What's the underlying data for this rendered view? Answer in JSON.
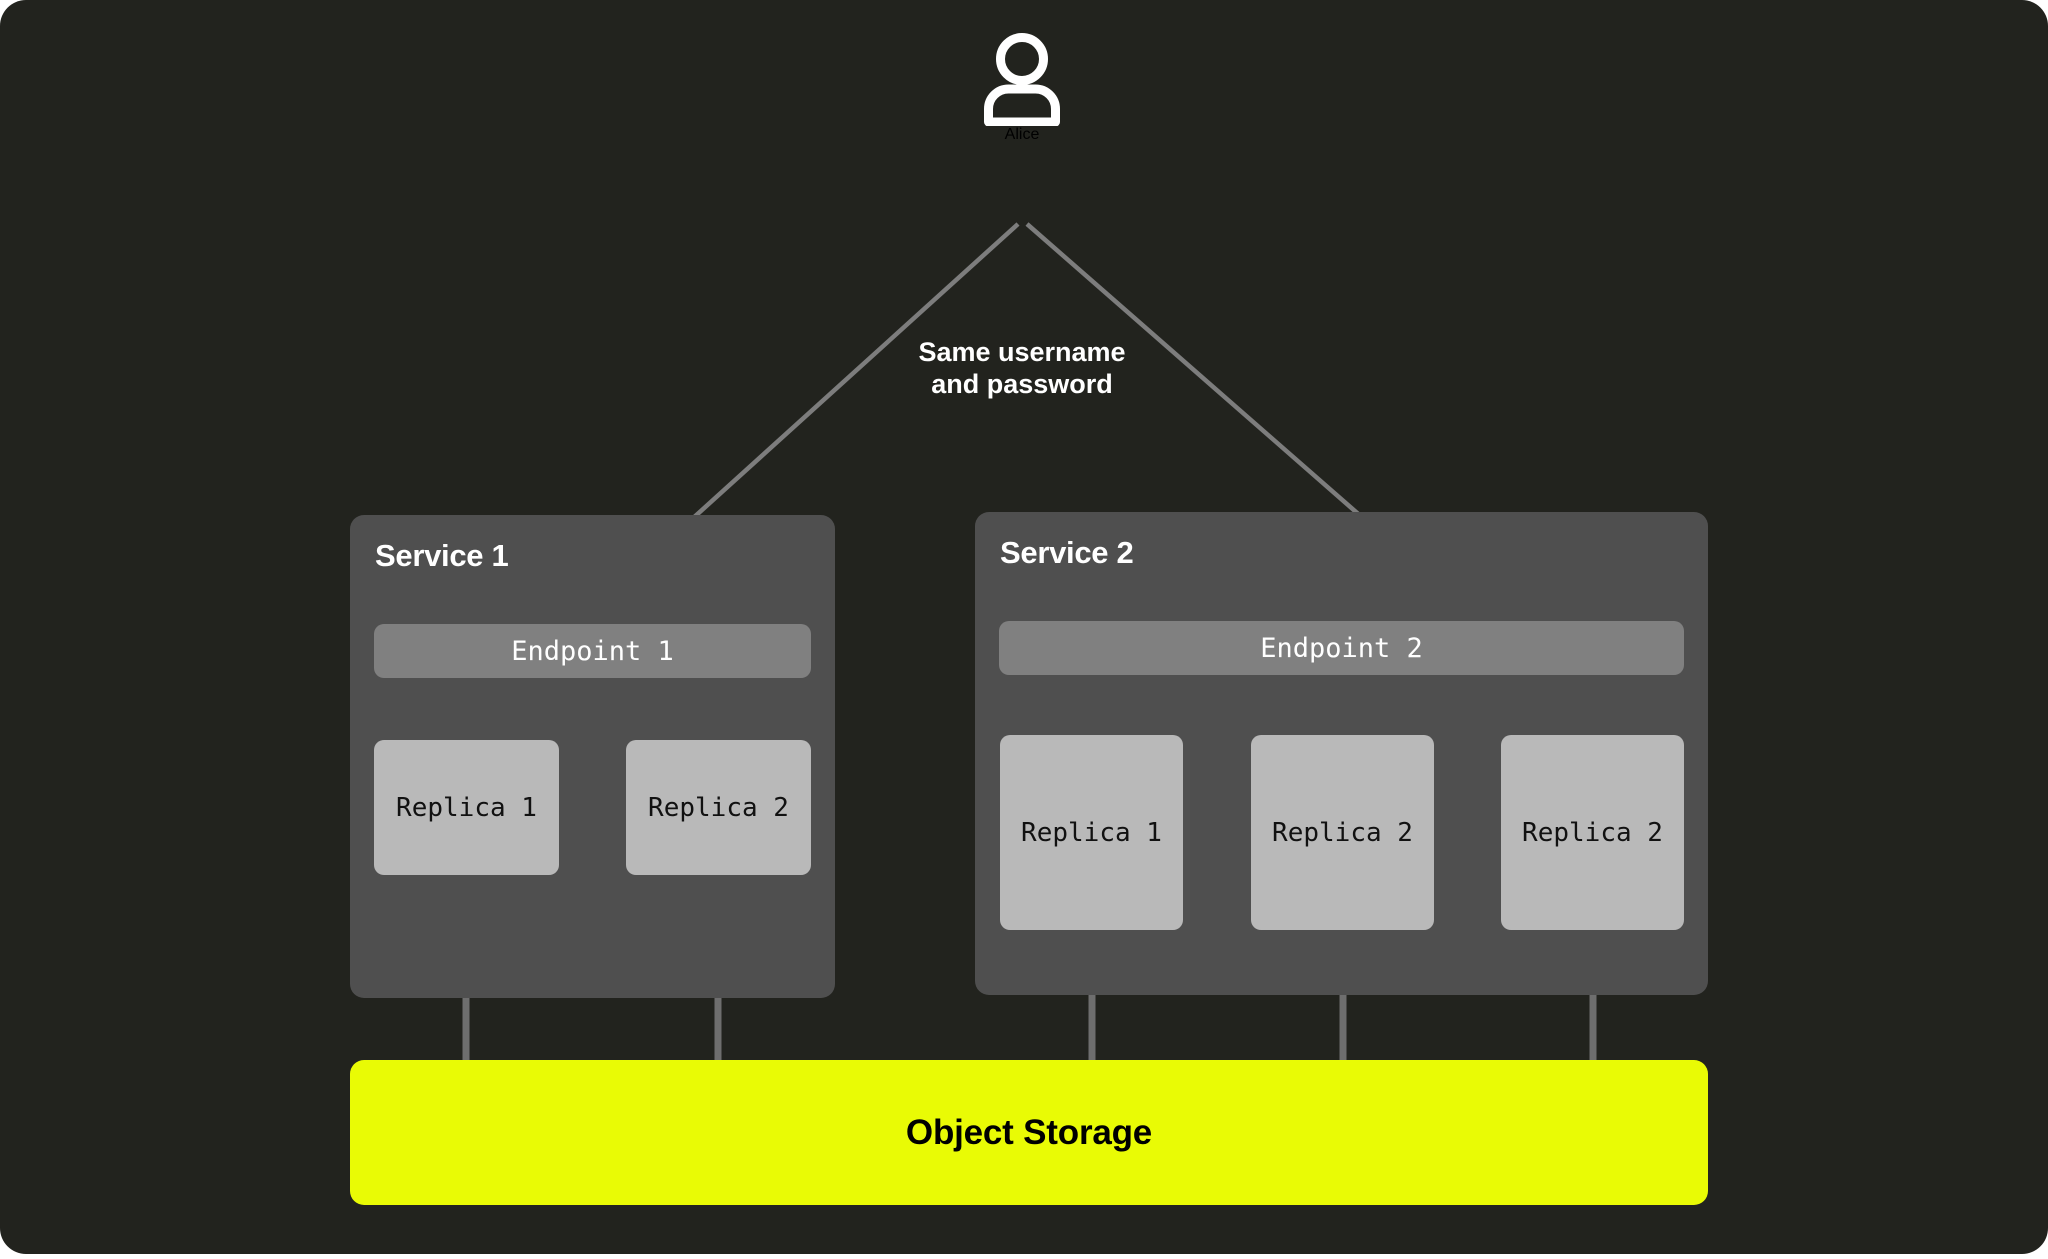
{
  "diagram": {
    "title_text": "Same username and password",
    "background_color": "#22231e",
    "accent_color": "#e9fb05",
    "panel_color": "#4f4f4f",
    "endpoint_color": "#808080",
    "replica_color": "#b9b9b9",
    "wire_color": "#6e6e6e",
    "arrow_color": "#7d7d7d"
  },
  "actor": {
    "icon": "user-icon",
    "label": "Alice"
  },
  "edge_note": {
    "line1": "Same username",
    "line2": "and password"
  },
  "services": [
    {
      "title": "Service 1",
      "endpoint": "Endpoint 1",
      "replicas": [
        {
          "label": "Replica 1"
        },
        {
          "label": "Replica 2"
        }
      ]
    },
    {
      "title": "Service 2",
      "endpoint": "Endpoint 2",
      "replicas": [
        {
          "label": "Replica 1"
        },
        {
          "label": "Replica 2"
        },
        {
          "label": "Replica 2"
        }
      ]
    }
  ],
  "storage": {
    "label": "Object Storage"
  }
}
